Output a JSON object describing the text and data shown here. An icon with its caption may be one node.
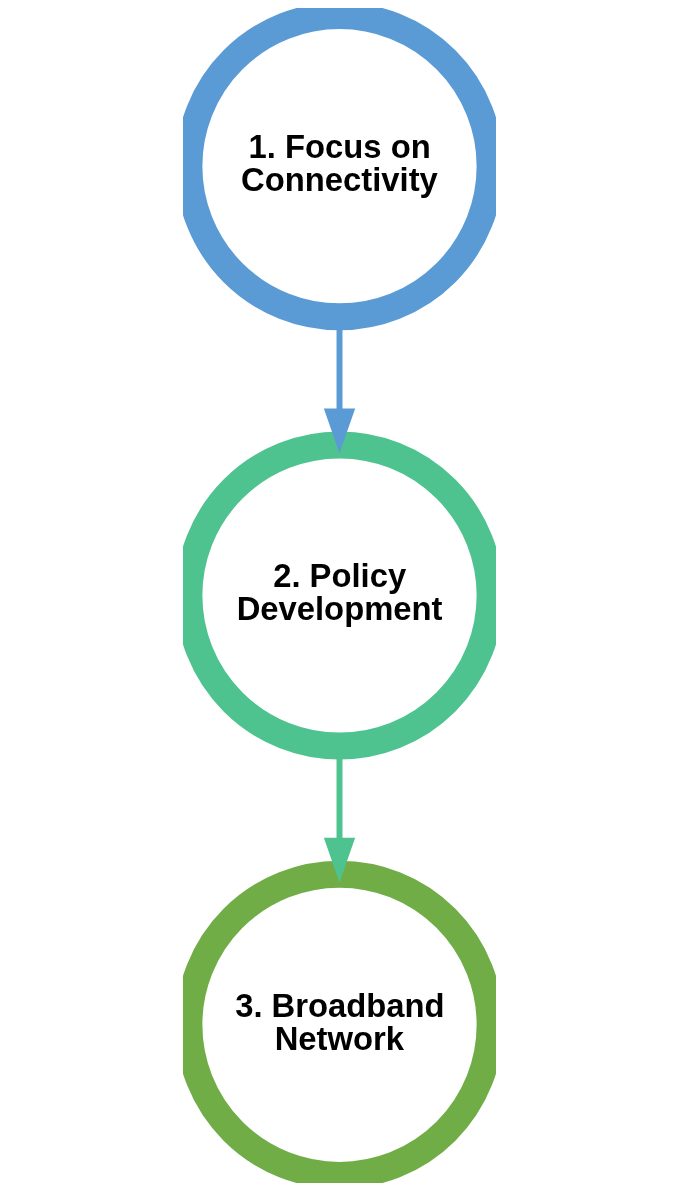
{
  "diagram": {
    "nodes": [
      {
        "text": [
          "1. Focus on Connectivity"
        ]
      },
      {
        "text": [
          "2. Policy Development"
        ]
      },
      {
        "text": [
          "3. Broadband Network"
        ]
      }
    ],
    "edges": [
      {
        "from": 0,
        "to": 1,
        "arrow": "to",
        "color": "#5b9bd5"
      },
      {
        "from": 1,
        "to": 2,
        "arrow": "to",
        "color": "#4fc38f"
      }
    ]
  }
}
